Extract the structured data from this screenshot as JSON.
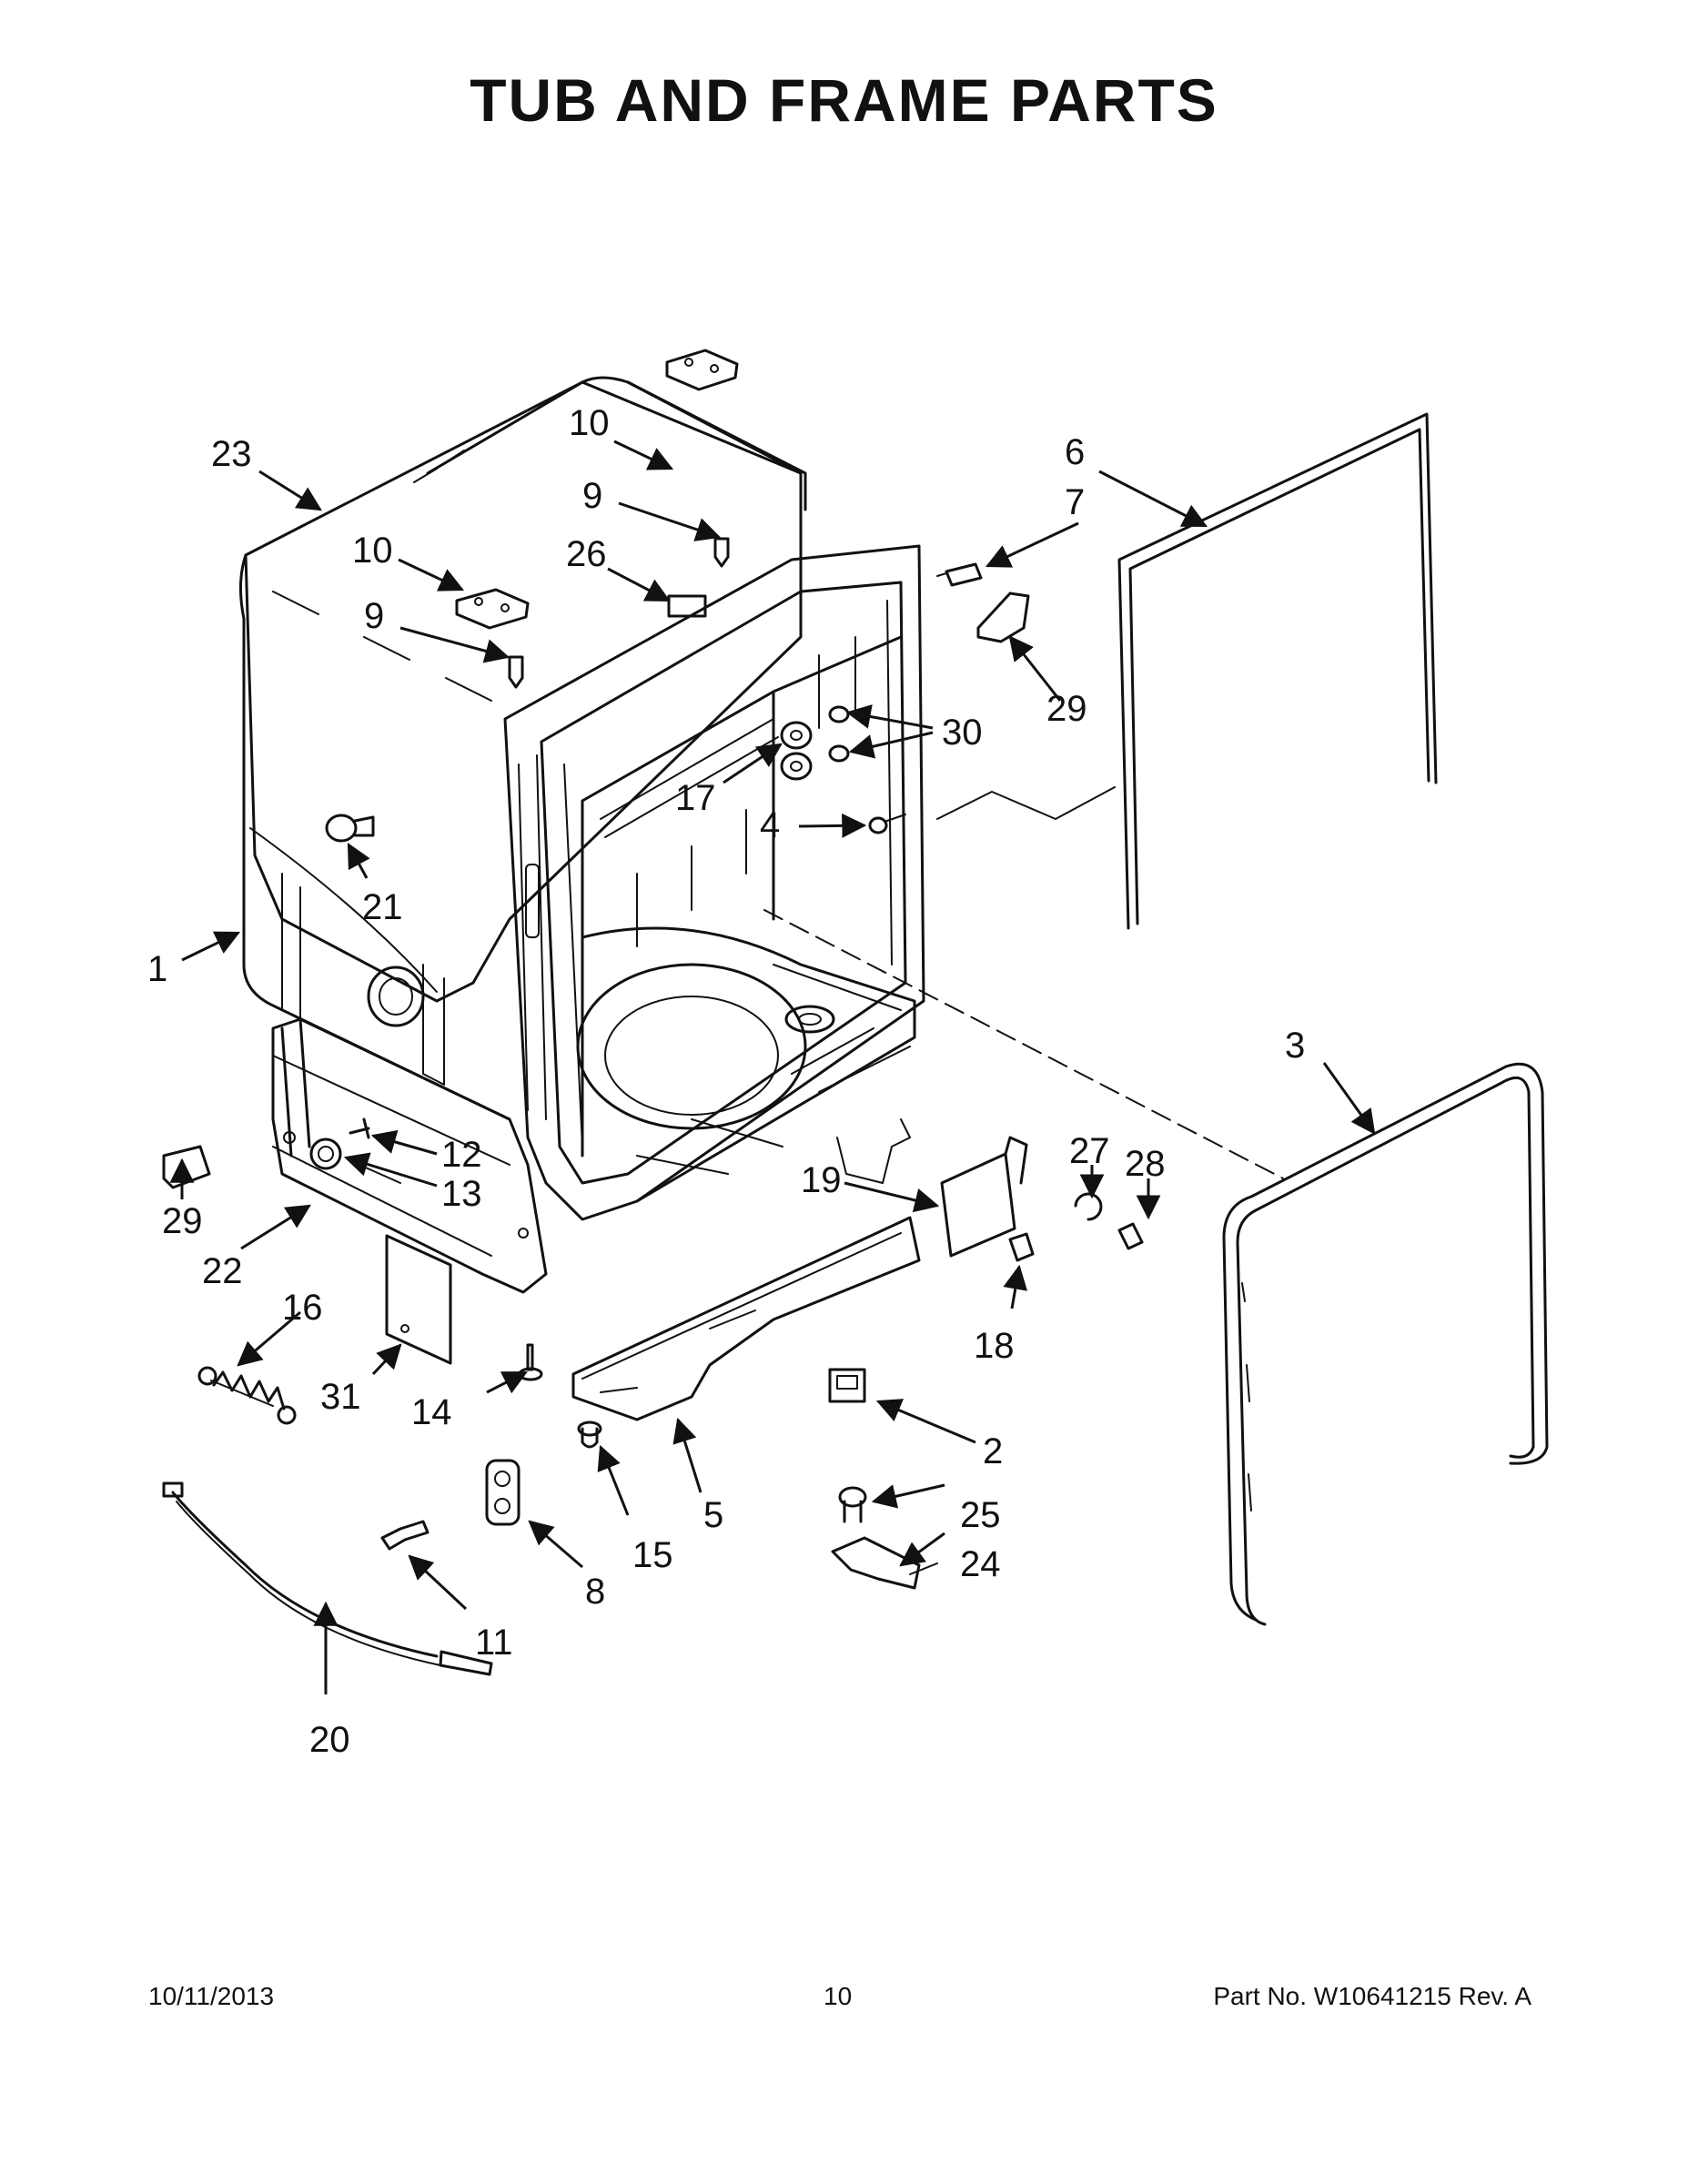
{
  "title": "TUB AND FRAME PARTS",
  "labels": [
    "1",
    "2",
    "3",
    "4",
    "5",
    "6",
    "7",
    "8",
    "9",
    "9",
    "10",
    "10",
    "11",
    "12",
    "13",
    "14",
    "15",
    "16",
    "17",
    "18",
    "19",
    "20",
    "21",
    "22",
    "23",
    "24",
    "25",
    "26",
    "27",
    "28",
    "29",
    "29",
    "30",
    "31"
  ],
  "footer": {
    "date": "10/11/2013",
    "page": "10",
    "part_no": "Part No.  W10641215  Rev.  A"
  }
}
